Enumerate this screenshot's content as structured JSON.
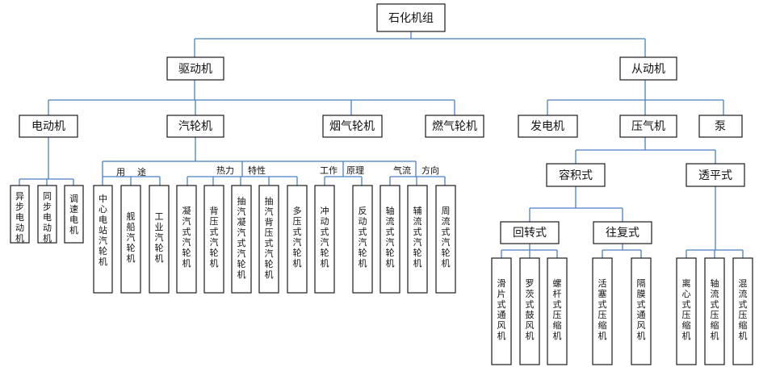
{
  "nodes": {
    "root": "石化机组",
    "drive": "驱动机",
    "driven": "从动机",
    "motor": "电动机",
    "steam_turbine": "汽轮机",
    "flue_turbine": "烟气轮机",
    "gas_turbine": "燃气轮机",
    "generator": "发电机",
    "compressor": "压气机",
    "pump": "泵",
    "positive_disp": "容积式",
    "dynamic": "透平式",
    "rotary": "回转式",
    "reciprocating": "往复式"
  },
  "groups": {
    "use_a": "用",
    "use_b": "途",
    "thermal_a": "热力",
    "thermal_b": "特性",
    "principle_a": "工作",
    "principle_b": "原理",
    "flow_a": "气流",
    "flow_b": "方向"
  },
  "leaves": {
    "async_motor": "异步电动机",
    "sync_motor": "同步电动机",
    "speed_motor": "调速电机",
    "central_turbine": "中心电站汽轮机",
    "marine_turbine": "舰船汽轮机",
    "industrial_turbine": "工业汽轮机",
    "condensing": "凝汽式汽轮机",
    "back_pressure": "背压式汽轮机",
    "extraction_condensing": "抽汽凝汽式汽轮机",
    "extraction_back": "抽汽背压式汽轮机",
    "multi_pressure": "多压式汽轮机",
    "impulse": "冲动式汽轮机",
    "reaction": "反动式汽轮机",
    "axial": "轴流式汽轮机",
    "radial": "辅流式汽轮机",
    "circumferential": "周流式汽轮机",
    "sliding_vane": "滑片式通风机",
    "roots": "罗茨式鼓风机",
    "screw": "螺杆式压缩机",
    "piston": "活塞式压缩机",
    "diaphragm": "隔膜式通风机",
    "centrifugal": "离心式压缩机",
    "axial_comp": "轴流式压缩机",
    "mixed_comp": "混流式压缩机"
  }
}
